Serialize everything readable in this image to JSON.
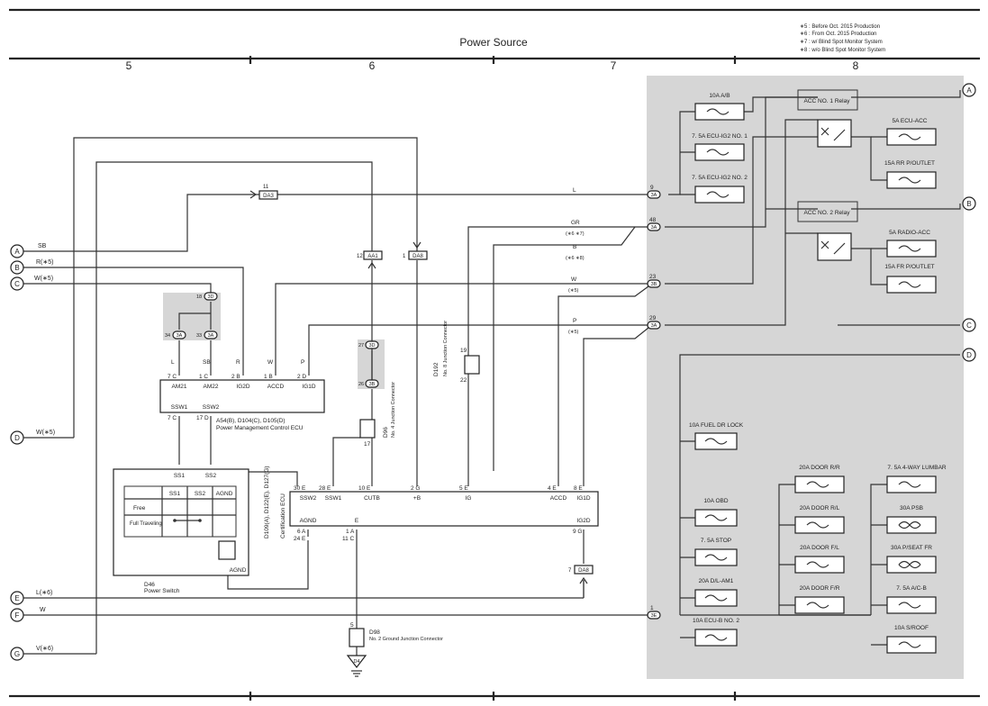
{
  "title": "Power Source",
  "notes": [
    "∗5 : Before Oct. 2015 Production",
    "∗6 : From Oct. 2015 Production",
    "∗7 : w/ Blind Spot Monitor System",
    "∗8 : w/o Blind Spot Monitor System"
  ],
  "columns": [
    "5",
    "6",
    "7",
    "8"
  ],
  "offpage_left": [
    {
      "id": "A",
      "label": "SB"
    },
    {
      "id": "B",
      "label": "R(∗5)"
    },
    {
      "id": "C",
      "label": "W(∗5)"
    },
    {
      "id": "D",
      "label": "W(∗5)"
    },
    {
      "id": "E",
      "label": "L(∗6)"
    },
    {
      "id": "F",
      "label": "W"
    },
    {
      "id": "G",
      "label": "V(∗6)"
    }
  ],
  "offpage_right": [
    "A",
    "B",
    "C",
    "D"
  ],
  "jb_connectors": [
    {
      "pin": "9",
      "conn": "3A",
      "wire": "L"
    },
    {
      "pin": "48",
      "conn": "3A",
      "wire": "GR",
      "note": "(∗6 ∗7)"
    },
    {
      "pin": "",
      "conn": "",
      "wire": "B",
      "note": "(∗6 ∗8)"
    },
    {
      "pin": "23",
      "conn": "3B",
      "wire": "W",
      "note": "(∗5)"
    },
    {
      "pin": "29",
      "conn": "3A",
      "wire": "P",
      "note": "(∗5)"
    },
    {
      "pin": "1",
      "conn": "3E",
      "wire": ""
    }
  ],
  "fuses_top": [
    "10A A/B",
    "7. 5A ECU-IG2 NO. 1",
    "7. 5A ECU-IG2 NO. 2"
  ],
  "relay1": {
    "label": "ACC NO. 1 Relay",
    "fuses": [
      "5A ECU-ACC",
      "15A RR P/OUTLET"
    ]
  },
  "relay2": {
    "label": "ACC NO. 2 Relay",
    "fuses": [
      "5A RADIO-ACC",
      "15A FR P/OUTLET"
    ]
  },
  "fuses_lower_col1": [
    "10A FUEL DR LOCK",
    "10A OBD",
    "7. 5A STOP",
    "20A D/L-AM1",
    "10A ECU-B NO. 2"
  ],
  "fuses_lower_col2": [
    "20A DOOR R/R",
    "20A DOOR R/L",
    "20A DOOR F/L",
    "20A DOOR F/R"
  ],
  "fuses_lower_col3": [
    "7. 5A 4-WAY LUMBAR",
    "30A PSB",
    "30A P/SEAT FR",
    "7. 5A A/C-B",
    "10A S/ROOF"
  ],
  "pmecu": {
    "name": "A54(B), D104(C), D105(D)",
    "desc": "Power Management Control ECU",
    "pins": [
      "AM21",
      "AM22",
      "IG2D",
      "ACCD",
      "IG1D"
    ],
    "pin_nums": [
      "7 C",
      "1 C",
      "2 B",
      "1 B",
      "2 D"
    ],
    "wires": [
      "L",
      "SB",
      "R",
      "W",
      "P"
    ],
    "bottom_pins": [
      "SSW1",
      "SSW2"
    ],
    "bottom_nums": [
      "7 C",
      "17 D"
    ]
  },
  "cert_ecu": {
    "name": "D109(A), D122(E), D127(G)",
    "desc": "Certification ECU",
    "pins": [
      "SSW2",
      "SSW1",
      "CUTB",
      "+B",
      "IG",
      "ACCD",
      "IG1D"
    ],
    "pin_nums": [
      "30 E",
      "28 E",
      "10 E",
      "2 G",
      "5 E",
      "4 E",
      "8 E"
    ],
    "pins_bottom": [
      "AGND",
      "E",
      "IG2D"
    ],
    "bottom_nums": [
      "6 A",
      "1 A",
      "9 G"
    ],
    "lower_nums": [
      "24 E",
      "11 C"
    ]
  },
  "power_switch": {
    "name": "D46",
    "desc": "Power Switch",
    "pins": [
      "SS1",
      "SS2",
      "AGND"
    ],
    "table_header": [
      "",
      "SS1",
      "SS2",
      "AGND"
    ],
    "rows": [
      "Free",
      "Full Traveling"
    ]
  },
  "jc_d98": {
    "name": "D98",
    "desc": "No. 2 Ground Junction Connector",
    "pin": "5",
    "gnd": "D4"
  },
  "jc_d96": {
    "name": "D96",
    "desc": "No. 4 Junction Connector",
    "pin": "17"
  },
  "jc_d192": {
    "name": "D192",
    "desc": "No. 8 Junction Connector",
    "pins": [
      "19",
      "22"
    ]
  },
  "inline": [
    {
      "id": "DA3",
      "pin": "11"
    },
    {
      "id": "AA1",
      "pin": "12"
    },
    {
      "id": "DA8",
      "pin": "1"
    },
    {
      "id": "DA8",
      "pin": "7"
    }
  ],
  "splice": [
    {
      "pin": "18",
      "c": "3D"
    },
    {
      "pin": "34",
      "c": "3A"
    },
    {
      "pin": "33",
      "c": "3A"
    },
    {
      "pin": "27",
      "c": "3D"
    },
    {
      "pin": "26",
      "c": "3B"
    }
  ]
}
